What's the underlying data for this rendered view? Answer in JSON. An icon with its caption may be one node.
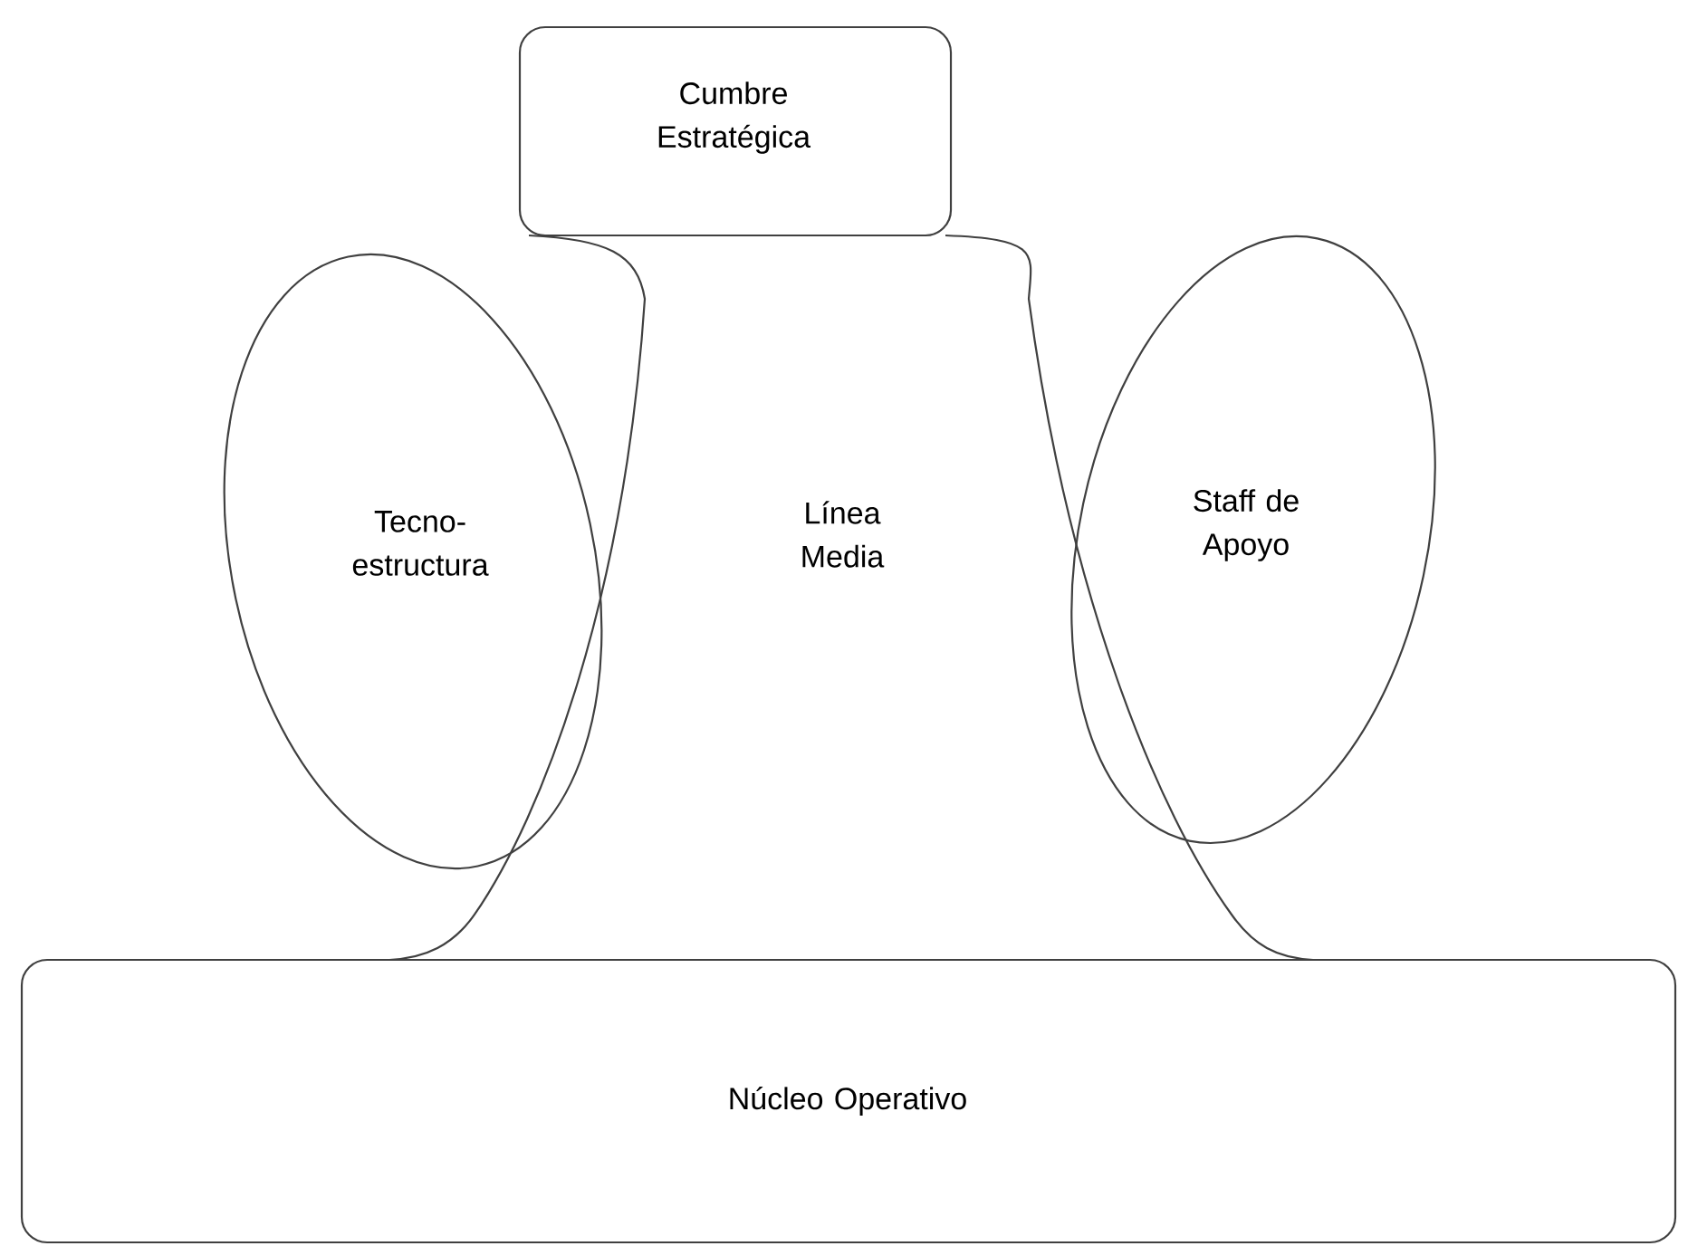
{
  "diagram": {
    "nodes": [
      {
        "text": [
          "Cumbre Estratégica"
        ]
      },
      {
        "text": [
          "Línea Media"
        ]
      },
      {
        "text": [
          "Tecno-estructura"
        ]
      },
      {
        "text": [
          "Staff de Apoyo"
        ]
      },
      {
        "text": [
          "Núcleo Operativo"
        ]
      }
    ]
  }
}
